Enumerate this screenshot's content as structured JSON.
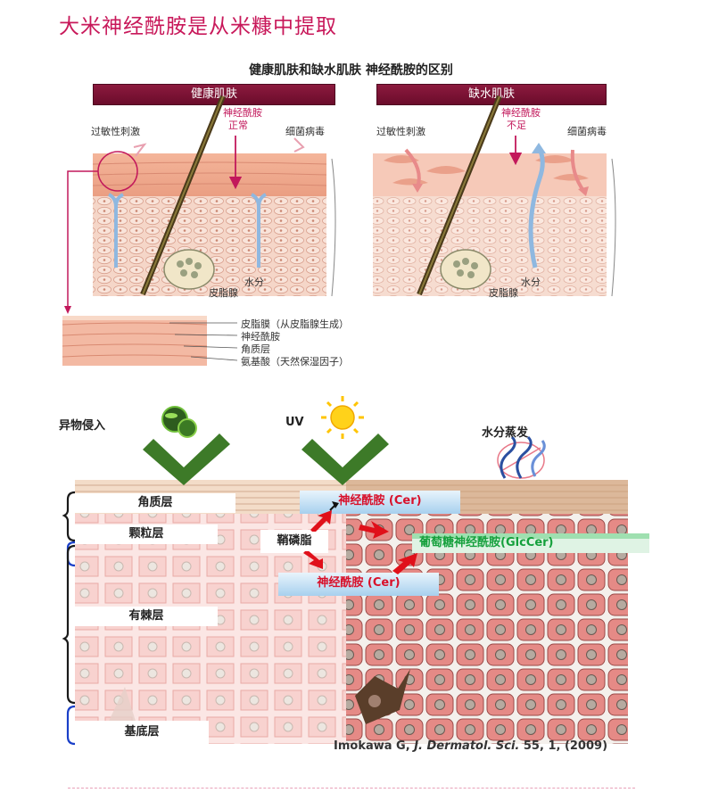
{
  "page": {
    "title": "大米神经酰胺是从米糠中提取"
  },
  "figure1": {
    "title": "健康肌肤和缺水肌肤  神经酰胺的区别",
    "healthy": {
      "header": "健康肌肤",
      "allergy": "过敏性刺激",
      "ceramide": "神经酰胺",
      "ceramide_state": "正常",
      "bacteria": "细菌病毒",
      "water": "水分",
      "sebaceous_gland": "皮脂腺"
    },
    "dry": {
      "header": "缺水肌肤",
      "allergy": "过敏性刺激",
      "ceramide": "神经酰胺",
      "ceramide_state": "不足",
      "bacteria": "细菌病毒",
      "water": "水分",
      "sebaceous_gland": "皮脂腺"
    },
    "legend": [
      "皮脂膜（从皮脂腺生成）",
      "神经酰胺",
      "角质层",
      "氨基酸（天然保湿因子）"
    ]
  },
  "figure2": {
    "foreign_invasion": "异物侵入",
    "uv": "UV",
    "evaporation": "水分蒸发",
    "layers": {
      "stratum_corneum": "角质层",
      "granular": "颗粒层",
      "spinous": "有棘层",
      "basal": "基底层"
    },
    "ceramide_top": "神经酰胺 (Cer)",
    "ceramide_bottom": "神经酰胺 (Cer)",
    "sphingomyelin": "鞘磷脂",
    "glucosylceramide": "葡萄糖神经酰胺(GlcCer)",
    "citation_prefix": "Imokawa G, ",
    "citation_journal": "J. Dermatol. Sci.",
    "citation_suffix": " 55, 1, (2009)"
  },
  "colors": {
    "title_red": "#c8185a",
    "header_bar": "#7a1033",
    "ceramide_red": "#d8102a",
    "glc_green": "#15a03c",
    "skin_pink": "#f2b8a8",
    "bracket_blue": "#1a3fc8",
    "check_green": "#3d7a28"
  }
}
